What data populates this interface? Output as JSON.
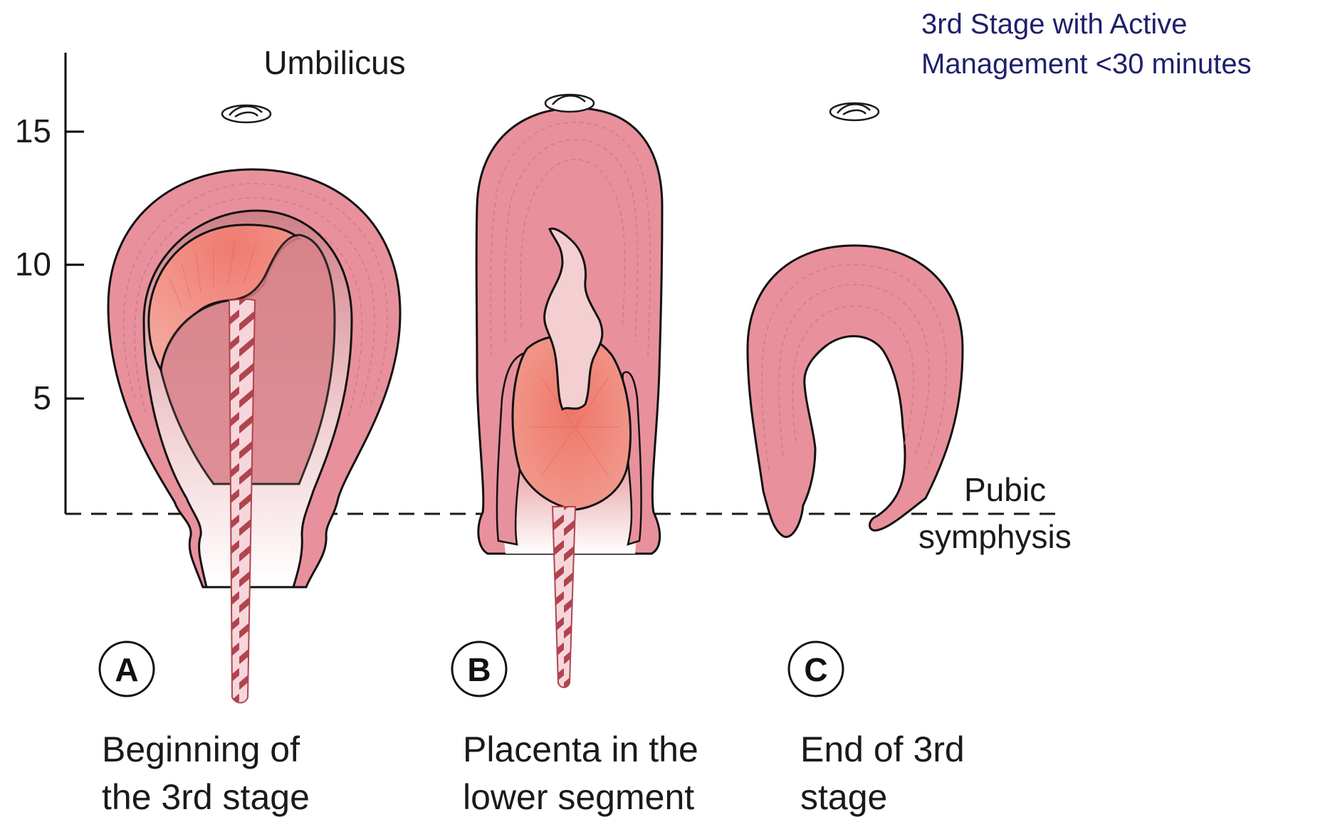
{
  "title": "3rd Stage with Active\nManagement <30 minutes",
  "colors": {
    "uterus_wall": "#e8919c",
    "wall_line": "#c97880",
    "placenta": "#ef8378",
    "cord_red": "#b0444f",
    "cord_light": "#f6d6db",
    "title": "#1f1f6b"
  },
  "scale": {
    "ticks": [
      "15",
      "10",
      "5"
    ]
  },
  "labels": {
    "umbilicus": "Umbilicus",
    "pubic_line1": "Pubic",
    "pubic_line2": "symphysis"
  },
  "panels": [
    {
      "letter": "A",
      "caption_line1": "Beginning of",
      "caption_line2": "the 3rd stage"
    },
    {
      "letter": "B",
      "caption_line1": "Placenta in the",
      "caption_line2": "lower segment"
    },
    {
      "letter": "C",
      "caption_line1": "End of 3rd",
      "caption_line2": "stage"
    }
  ]
}
